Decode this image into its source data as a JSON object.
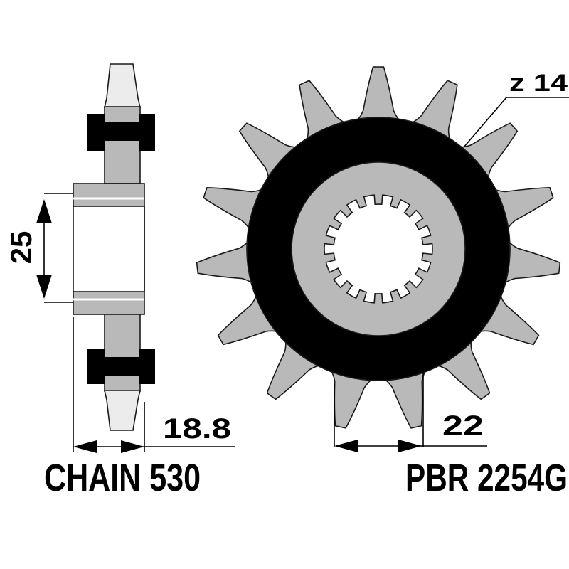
{
  "labels": {
    "teeth_count": "z 14",
    "bore_diameter": "25",
    "width": "18.8",
    "offset": "22",
    "chain": "CHAIN 530",
    "part_number": "PBR 2254G"
  },
  "colors": {
    "body": "#b9b9b9",
    "ring": "#000000",
    "tooth_tip": "#ececec",
    "hole": "#ffffff",
    "outline": "#1a1a1a"
  }
}
